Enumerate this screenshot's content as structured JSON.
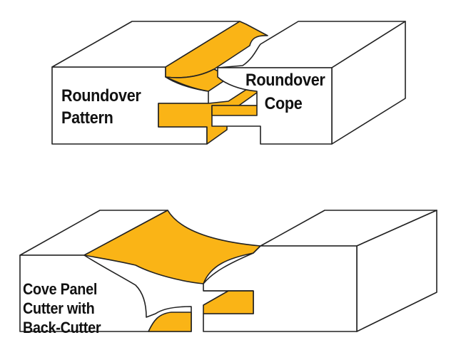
{
  "colors": {
    "profile_fill": "#FAB416",
    "outline": "#222222",
    "face": "#ffffff"
  },
  "top_joint": {
    "pattern_label": [
      "Roundover",
      "Pattern"
    ],
    "cope_label": [
      "Roundover",
      "Cope"
    ]
  },
  "bottom_joint": {
    "cutter_label": [
      "Cove Panel",
      "Cutter with",
      "Back-Cutter"
    ]
  }
}
